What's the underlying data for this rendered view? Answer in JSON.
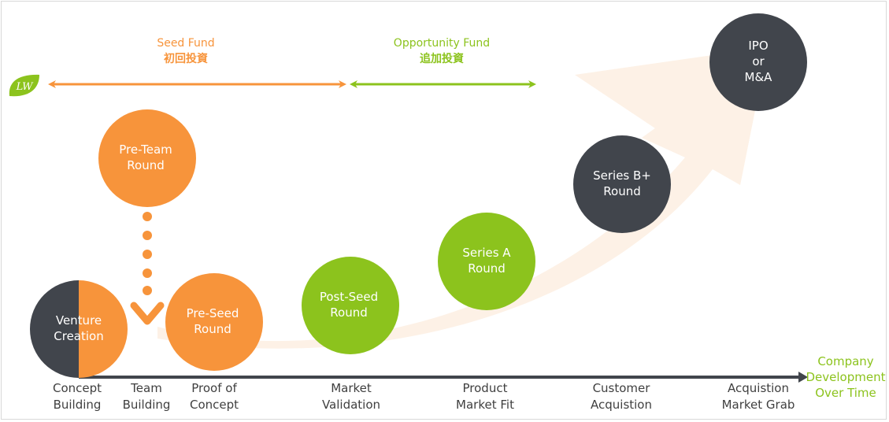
{
  "colors": {
    "orange": "#f7943b",
    "green": "#8cc31d",
    "dark": "#41454c",
    "axis": "#41454c",
    "swoosh": "#fdf1e6",
    "stage_text": "#3f3f3f"
  },
  "logo": {
    "icon": "leaf-logo-icon",
    "text": "LW"
  },
  "funds": {
    "seed": {
      "label_en": "Seed Fund",
      "label_zh": "初回投資"
    },
    "opportunity": {
      "label_en": "Opportunity Fund",
      "label_zh": "追加投資"
    }
  },
  "circles": {
    "venture_creation": {
      "line1": "Venture",
      "line2": "Creation"
    },
    "pre_team": {
      "line1": "Pre-Team",
      "line2": "Round"
    },
    "pre_seed": {
      "line1": "Pre-Seed",
      "line2": "Round"
    },
    "post_seed": {
      "line1": "Post-Seed",
      "line2": "Round"
    },
    "series_a": {
      "line1": "Series A",
      "line2": "Round"
    },
    "series_b": {
      "line1": "Series B+",
      "line2": "Round"
    },
    "ipo": {
      "line1": "IPO",
      "line2": "or",
      "line3": "M&A"
    }
  },
  "stages": [
    {
      "line1": "Concept",
      "line2": "Building"
    },
    {
      "line1": "Team",
      "line2": "Building"
    },
    {
      "line1": "Proof of",
      "line2": "Concept"
    },
    {
      "line1": "Market",
      "line2": "Validation"
    },
    {
      "line1": "Product",
      "line2": "Market Fit"
    },
    {
      "line1": "Customer",
      "line2": "Acquistion"
    },
    {
      "line1": "Acquistion",
      "line2": "Market Grab"
    }
  ],
  "axis_title": {
    "line1": "Company",
    "line2": "Development",
    "line3": "Over Time"
  }
}
